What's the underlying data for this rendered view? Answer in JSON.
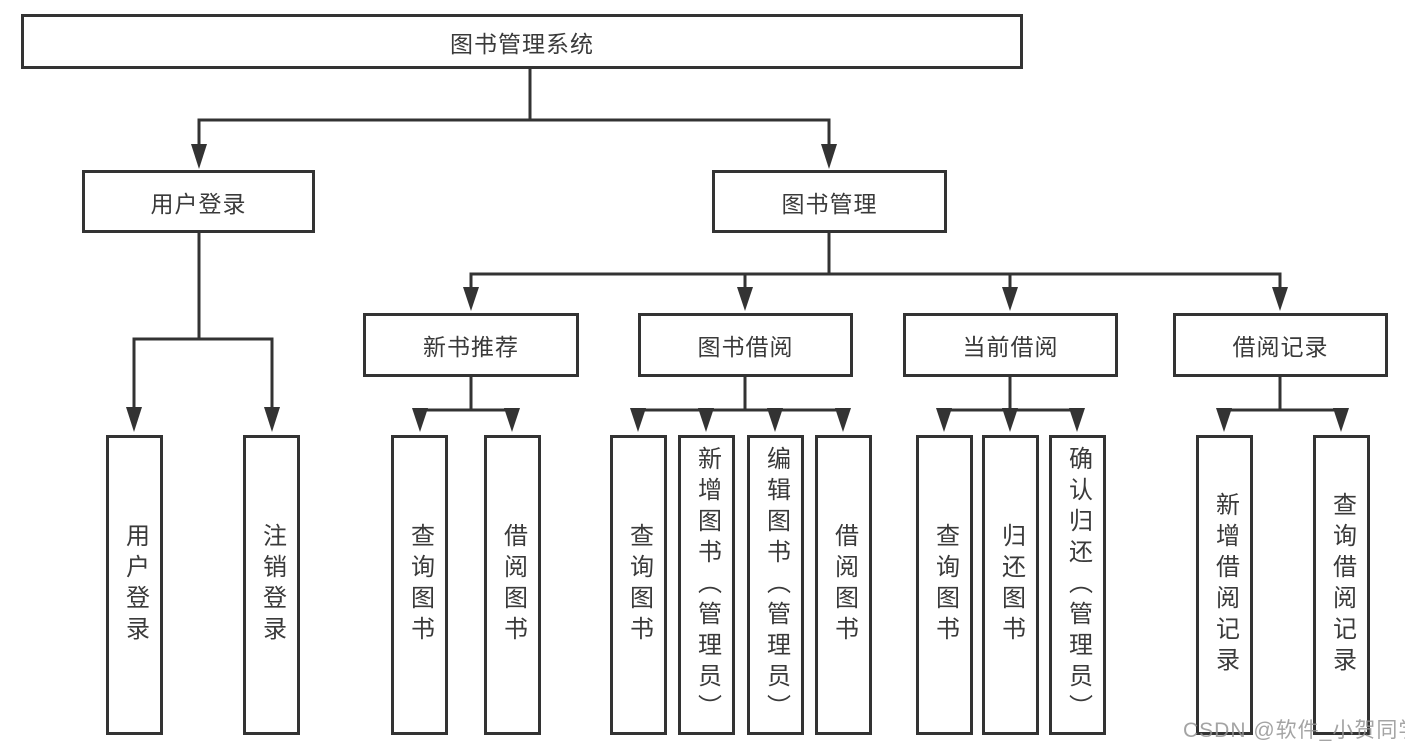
{
  "tree": {
    "root": "图书管理系统",
    "children": [
      {
        "label": "用户登录",
        "children": [
          "用户登录",
          "注销登录"
        ]
      },
      {
        "label": "图书管理",
        "children": [
          {
            "label": "新书推荐",
            "children": [
              "查询图书",
              "借阅图书"
            ]
          },
          {
            "label": "图书借阅",
            "children": [
              "查询图书",
              "新增图书（管理员）",
              "编辑图书（管理员）",
              "借阅图书"
            ]
          },
          {
            "label": "当前借阅",
            "children": [
              "查询图书",
              "归还图书",
              "确认归还（管理员）"
            ]
          },
          {
            "label": "借阅记录",
            "children": [
              "新增借阅记录",
              "查询借阅记录"
            ]
          }
        ]
      }
    ]
  },
  "watermark": {
    "text": "CSDN @软件_小贺同学"
  },
  "colors": {
    "line": "#333333",
    "text": "#3a3a3a",
    "watermark": "#949494",
    "background": "#ffffff"
  }
}
